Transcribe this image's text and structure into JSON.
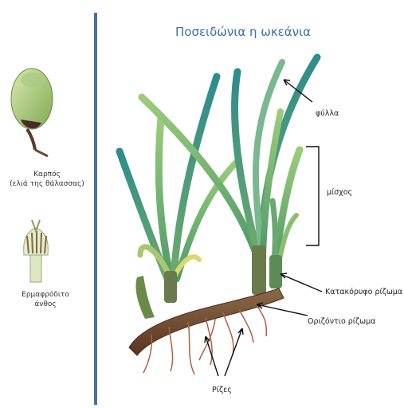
{
  "title": "Ποσειδώνια η ωκεάνια",
  "left_panel": {
    "fruit_label_line1": "Καρπός",
    "fruit_label_line2": "(ελιά της θάλασσας)",
    "flower_label_line1": "Ερμαφρόδιτο",
    "flower_label_line2": "άνθος"
  },
  "labels": {
    "leaves": "φύλλα",
    "shoot": "μίσχος",
    "vertical_rhizome": "Κατακόρυφο ρίζωμα",
    "horizontal_rhizome": "Οριζόντιο ρίζωμα",
    "roots": "Ρίζες"
  },
  "colors": {
    "divider": "#4a6fa5",
    "title": "#3b6fa6",
    "leaf_dark": "#2f8f8a",
    "leaf_light": "#8fc07a",
    "rhizome": "#7a4a2e",
    "root": "#b06040"
  }
}
